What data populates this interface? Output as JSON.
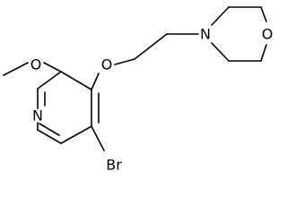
{
  "structure": {
    "atoms": {
      "methyl_o": "O",
      "ether_o": "O",
      "pyridine_n": "N",
      "bromine": "Br",
      "morpholine_n": "N",
      "morpholine_o": "O"
    }
  }
}
